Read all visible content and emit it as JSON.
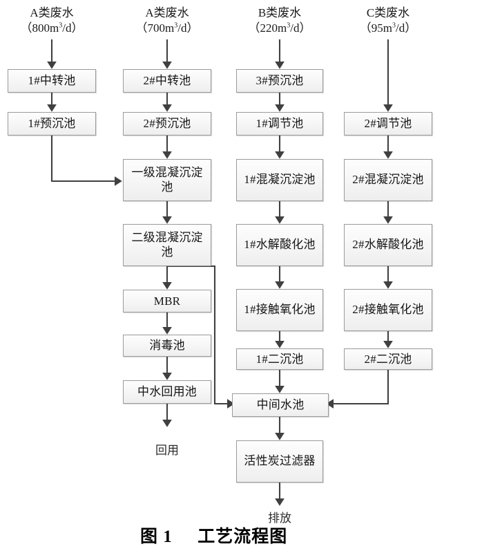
{
  "figure": {
    "caption_prefix": "图 1",
    "caption_title": "工艺流程图"
  },
  "colors": {
    "box_fill_top": "#fdfdfd",
    "box_fill_bottom": "#eeeeee",
    "box_border": "#9a9a9a",
    "connector": "#404040",
    "text": "#1a1a1a"
  },
  "sources": [
    {
      "name": "A类废水",
      "rate_value": "800",
      "rate_unit_pre": "m",
      "rate_exp": "3",
      "rate_unit_post": "/d"
    },
    {
      "name": "A类废水",
      "rate_value": "700",
      "rate_unit_pre": "m",
      "rate_exp": "3",
      "rate_unit_post": "/d"
    },
    {
      "name": "B类废水",
      "rate_value": "220",
      "rate_unit_pre": "m",
      "rate_exp": "3",
      "rate_unit_post": "/d"
    },
    {
      "name": "C类废水",
      "rate_value": "95",
      "rate_unit_pre": "m",
      "rate_exp": "3",
      "rate_unit_post": "/d"
    }
  ],
  "nodes": {
    "a1_transfer": "1#中转池",
    "a1_presettle": "1#预沉池",
    "a2_transfer": "2#中转池",
    "a2_presettle": "2#预沉池",
    "coag1": "一级混凝沉淀池",
    "coag2": "二级混凝沉淀池",
    "mbr": "MBR",
    "disinfect": "消毒池",
    "reclaim_pool": "中水回用池",
    "b_presettle": "3#预沉池",
    "b_equalize": "1#调节池",
    "b_coag": "1#混凝沉淀池",
    "b_hydrolysis": "1#水解酸化池",
    "b_contact_ox": "1#接触氧化池",
    "b_secondary": "1#二沉池",
    "c_equalize": "2#调节池",
    "c_coag": "2#混凝沉淀池",
    "c_hydrolysis": "2#水解酸化池",
    "c_contact_ox": "2#接触氧化池",
    "c_secondary": "2#二沉池",
    "intermediate": "中间水池",
    "carbon_filter": "活性炭过滤器"
  },
  "terminals": {
    "reuse": "回用",
    "discharge": "排放"
  }
}
